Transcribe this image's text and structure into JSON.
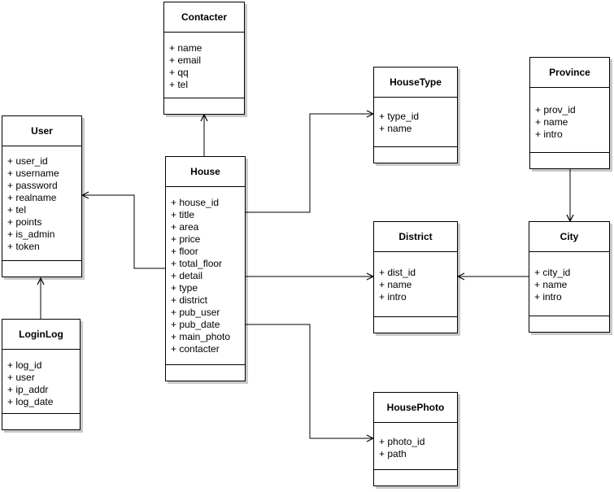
{
  "diagram": {
    "type": "uml-class-diagram",
    "entities": [
      {
        "id": "contacter",
        "name": "Contacter",
        "attributes": [
          "+ name",
          "+ email",
          "+ qq",
          "+ tel"
        ]
      },
      {
        "id": "user",
        "name": "User",
        "attributes": [
          "+ user_id",
          "+ username",
          "+ password",
          "+ realname",
          "+ tel",
          "+ points",
          "+ is_admin",
          "+ token"
        ]
      },
      {
        "id": "house",
        "name": "House",
        "attributes": [
          "+ house_id",
          "+ title",
          "+ area",
          "+ price",
          "+ floor",
          "+ total_floor",
          "+ detail",
          "+ type",
          "+ district",
          "+ pub_user",
          "+ pub_date",
          "+ main_photo",
          "+ contacter"
        ]
      },
      {
        "id": "housetype",
        "name": "HouseType",
        "attributes": [
          "+ type_id",
          "+ name"
        ]
      },
      {
        "id": "province",
        "name": "Province",
        "attributes": [
          "+ prov_id",
          "+ name",
          "+ intro"
        ]
      },
      {
        "id": "district",
        "name": "District",
        "attributes": [
          "+ dist_id",
          "+ name",
          "+ intro"
        ]
      },
      {
        "id": "city",
        "name": "City",
        "attributes": [
          "+ city_id",
          "+ name",
          "+ intro"
        ]
      },
      {
        "id": "loginlog",
        "name": "LoginLog",
        "attributes": [
          "+ log_id",
          "+ user",
          "+ ip_addr",
          "+ log_date"
        ]
      },
      {
        "id": "housephoto",
        "name": "HousePhoto",
        "attributes": [
          "+ photo_id",
          "+ path"
        ]
      }
    ],
    "edges": [
      {
        "from": "House",
        "to": "Contacter"
      },
      {
        "from": "House",
        "to": "User"
      },
      {
        "from": "House",
        "to": "HouseType"
      },
      {
        "from": "House",
        "to": "District"
      },
      {
        "from": "House",
        "to": "HousePhoto"
      },
      {
        "from": "LoginLog",
        "to": "User"
      },
      {
        "from": "Province",
        "to": "City"
      },
      {
        "from": "City",
        "to": "District"
      }
    ],
    "colors": {
      "box_fill": "#ffffff",
      "box_border": "#000000",
      "shadow": "#c9c9c9",
      "text": "#000000",
      "background": "#ffffff"
    }
  }
}
